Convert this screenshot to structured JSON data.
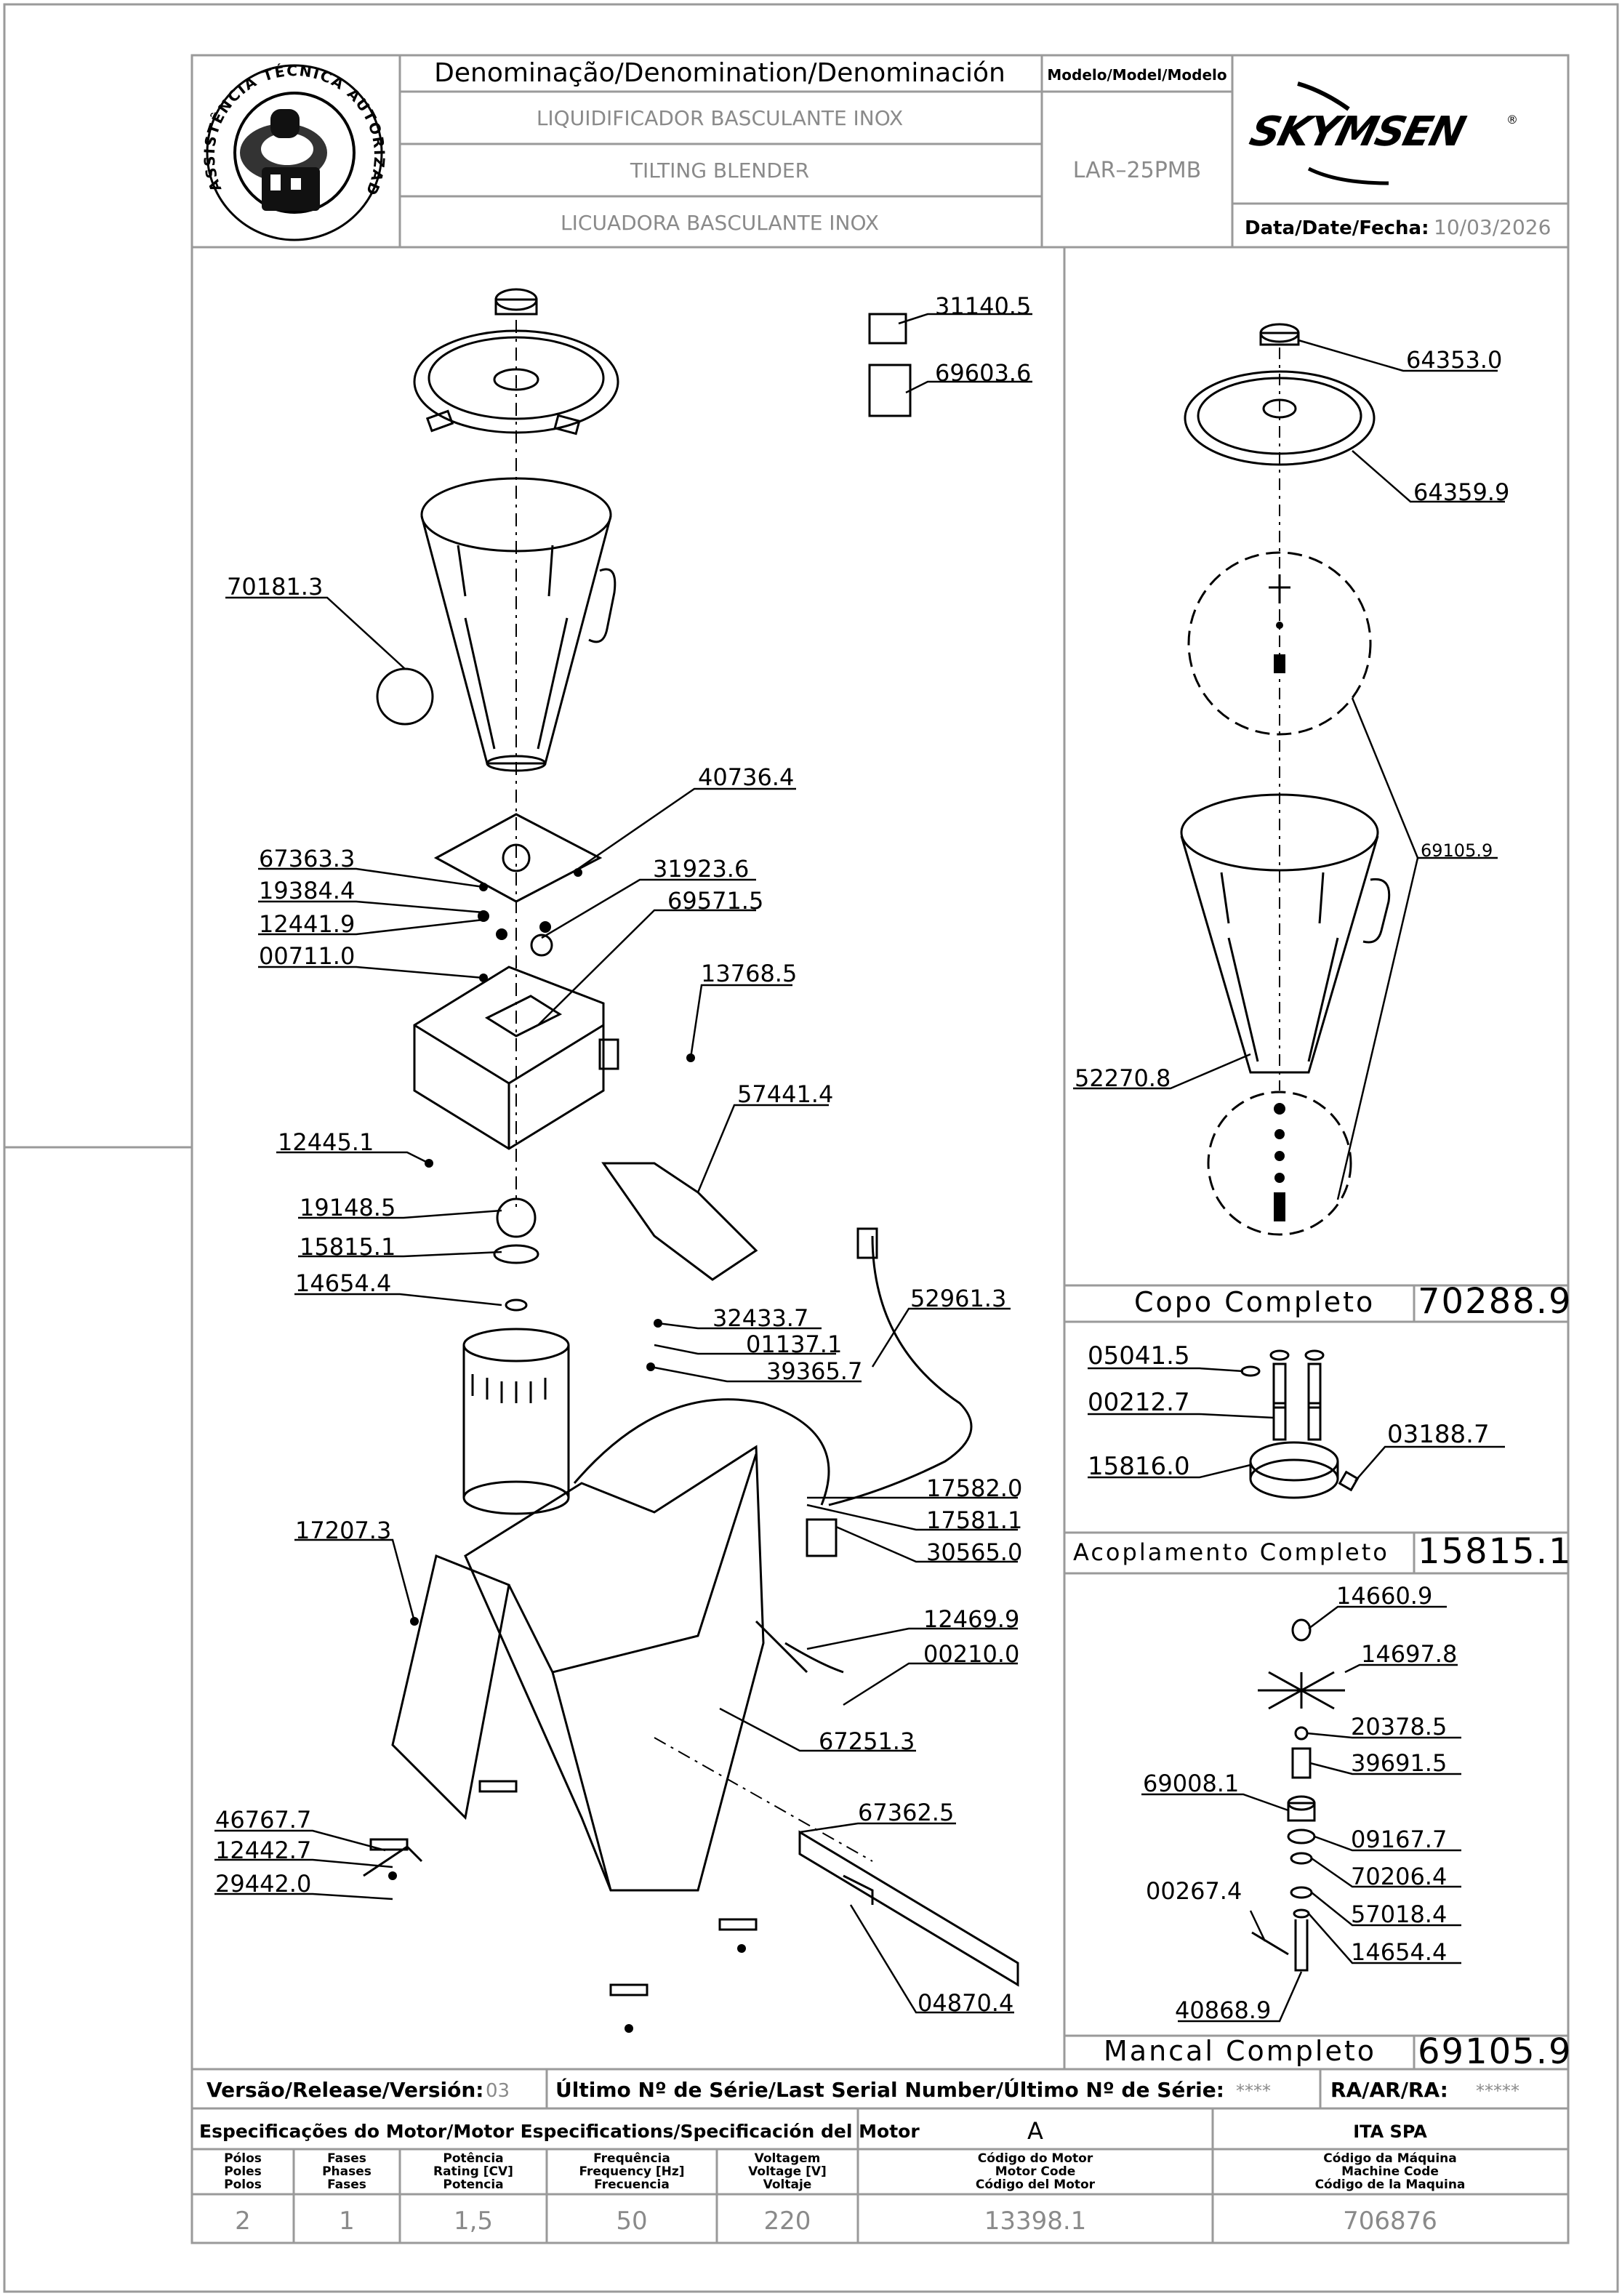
{
  "header": {
    "denomination_label": "Denominação/Denomination/Denominación",
    "model_label": "Modelo/Model/Modelo",
    "name_pt": "LIQUIDIFICADOR BASCULANTE INOX",
    "name_en": "TILTING BLENDER",
    "name_es": "LICUADORA BASCULANTE INOX",
    "model": "LAR–25PMB",
    "brand": "SKYMSEN",
    "brand_mark": "®",
    "date_label": "Data/Date/Fecha:",
    "date": "10/03/2026",
    "seal_text": "ASSISTÊNCIA TÉCNICA AUTORIZADA"
  },
  "main_parts": [
    "31140.5",
    "69603.6",
    "70181.3",
    "40736.4",
    "67363.3",
    "19384.4",
    "12441.9",
    "31923.6",
    "69571.5",
    "00711.0",
    "13768.5",
    "57441.4",
    "12445.1",
    "19148.5",
    "15815.1",
    "14654.4",
    "52961.3",
    "32433.7",
    "01137.1",
    "39365.7",
    "17582.0",
    "17581.1",
    "30565.0",
    "17207.3",
    "12469.9",
    "00210.0",
    "67251.3",
    "46767.7",
    "12442.7",
    "29442.0",
    "67362.5",
    "04870.4"
  ],
  "copo": {
    "parts": [
      "64353.0",
      "64359.9",
      "69105.9",
      "52270.8"
    ],
    "title": "Copo Completo",
    "code": "70288.9"
  },
  "acoplamento": {
    "parts": [
      "05041.5",
      "00212.7",
      "03188.7",
      "15816.0"
    ],
    "title": "Acoplamento Completo",
    "code": "15815.1"
  },
  "mancal": {
    "parts": [
      "14660.9",
      "14697.8",
      "20378.5",
      "39691.5",
      "69008.1",
      "09167.7",
      "70206.4",
      "00267.4",
      "57018.4",
      "14654.4",
      "40868.9"
    ],
    "title": "Mancal Completo",
    "code": "69105.9"
  },
  "footer": {
    "version_label": "Versão/Release/Versión:",
    "version": "03",
    "serial_label": "Último Nº de Série/Last Serial Number/Último Nº de Série:",
    "serial": "****",
    "ra_label": "RA/AR/RA:",
    "ra": "*****",
    "motor_spec_label": "Especificações do Motor/Motor Especifications/Specificación del Motor",
    "motor_class": "A",
    "manufacturer": "ITA SPA",
    "columns": [
      {
        "h1": "Pólos",
        "h2": "Poles",
        "h3": "Polos",
        "value": "2"
      },
      {
        "h1": "Fases",
        "h2": "Phases",
        "h3": "Fases",
        "value": "1"
      },
      {
        "h1": "Potência",
        "h2": "Rating [CV]",
        "h3": "Potencia",
        "value": "1,5"
      },
      {
        "h1": "Frequência",
        "h2": "Frequency [Hz]",
        "h3": "Frecuencia",
        "value": "50"
      },
      {
        "h1": "Voltagem",
        "h2": "Voltage [V]",
        "h3": "Voltaje",
        "value": "220"
      },
      {
        "h1": "Código do Motor",
        "h2": "Motor Code",
        "h3": "Código del Motor",
        "value": "13398.1"
      },
      {
        "h1": "Código da Máquina",
        "h2": "Machine Code",
        "h3": "Código de la Maquina",
        "value": "706876"
      }
    ]
  }
}
